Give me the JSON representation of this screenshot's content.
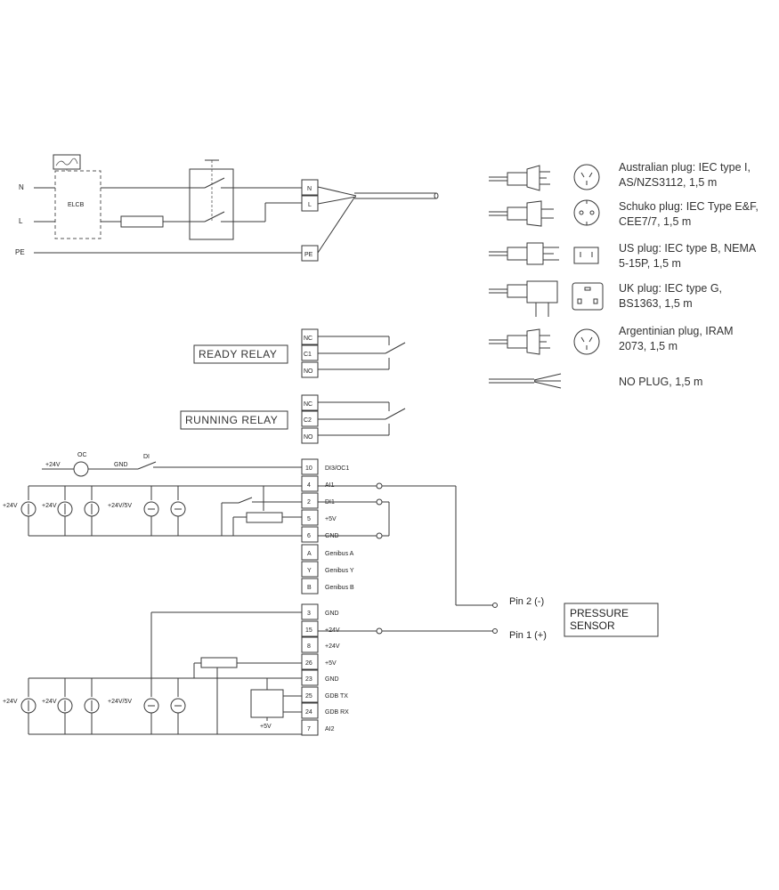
{
  "power": {
    "n": "N",
    "l": "L",
    "pe": "PE",
    "elcb": "ELCB",
    "term_n": "N",
    "term_l": "L",
    "term_pe": "PE"
  },
  "relays": {
    "ready": {
      "label": "READY RELAY",
      "terminals": [
        "NC",
        "C1",
        "NO"
      ]
    },
    "running": {
      "label": "RUNNING RELAY",
      "terminals": [
        "NC",
        "C2",
        "NO"
      ]
    }
  },
  "plugs": [
    {
      "desc": [
        "Australian plug: IEC type I,",
        "AS/NZS3112, 1,5 m"
      ]
    },
    {
      "desc": [
        "Schuko plug: IEC Type E&F,",
        "CEE7/7, 1,5 m"
      ]
    },
    {
      "desc": [
        "US plug: IEC type B, NEMA",
        "5-15P, 1,5 m"
      ]
    },
    {
      "desc": [
        "UK plug: IEC type G,",
        "BS1363, 1,5 m"
      ]
    },
    {
      "desc": [
        "Argentinian plug, IRAM",
        "2073, 1,5 m"
      ]
    },
    {
      "desc": [
        "NO PLUG, 1,5 m"
      ]
    }
  ],
  "io_block1": {
    "numbers": [
      "10",
      "4",
      "2",
      "5",
      "6",
      "A",
      "Y",
      "B"
    ],
    "names": [
      "DI3/OC1",
      "AI1",
      "DI1",
      "+5V",
      "GND",
      "Genibus A",
      "Genibus Y",
      "Genibus B"
    ]
  },
  "io_block2": {
    "numbers": [
      "3",
      "15",
      "8",
      "26",
      "23",
      "25",
      "24",
      "7"
    ],
    "names": [
      "GND",
      "+24V",
      "+24V",
      "+5V",
      "GND",
      "GDB TX",
      "GDB RX",
      "AI2"
    ]
  },
  "signals": {
    "oc": "OC",
    "di": "DI",
    "v24": "+24V",
    "gnd": "GND",
    "v24_5": "+24V/5V",
    "v5": "+5V"
  },
  "sensor": {
    "label": [
      "PRESSURE",
      "SENSOR"
    ],
    "pin2": "Pin 2 (-)",
    "pin1": "Pin 1 (+)"
  }
}
